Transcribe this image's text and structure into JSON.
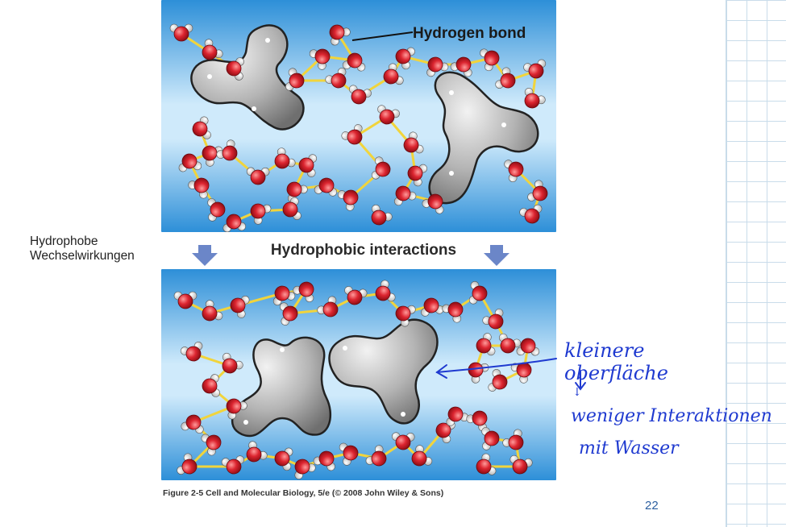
{
  "side_label": {
    "line1": "Hydrophobe",
    "line2": "Wechselwirkungen"
  },
  "figure": {
    "hydrogen_bond_label": "Hydrogen bond",
    "interactions_label": "Hydrophobic interactions",
    "caption": "Figure 2-5  Cell and Molecular Biology, 5/e (© 2008 John Wiley & Sons)"
  },
  "handwritten_note": [
    "kleinere",
    "oberfläche",
    "↓",
    "weniger Interaktionen",
    "mit Wasser"
  ],
  "page_number": "22",
  "colors": {
    "water_blue": "#2d8fd8",
    "water_light": "#cfeafb",
    "oxygen_red": "#d8202a",
    "bond_yellow": "#f1d43c",
    "arrow_blue": "#6b86c8",
    "pen_blue": "#1f3ad0",
    "page_number_blue": "#2c5fa0"
  },
  "icons": {
    "interaction_arrow": "down-arrow-icon"
  }
}
